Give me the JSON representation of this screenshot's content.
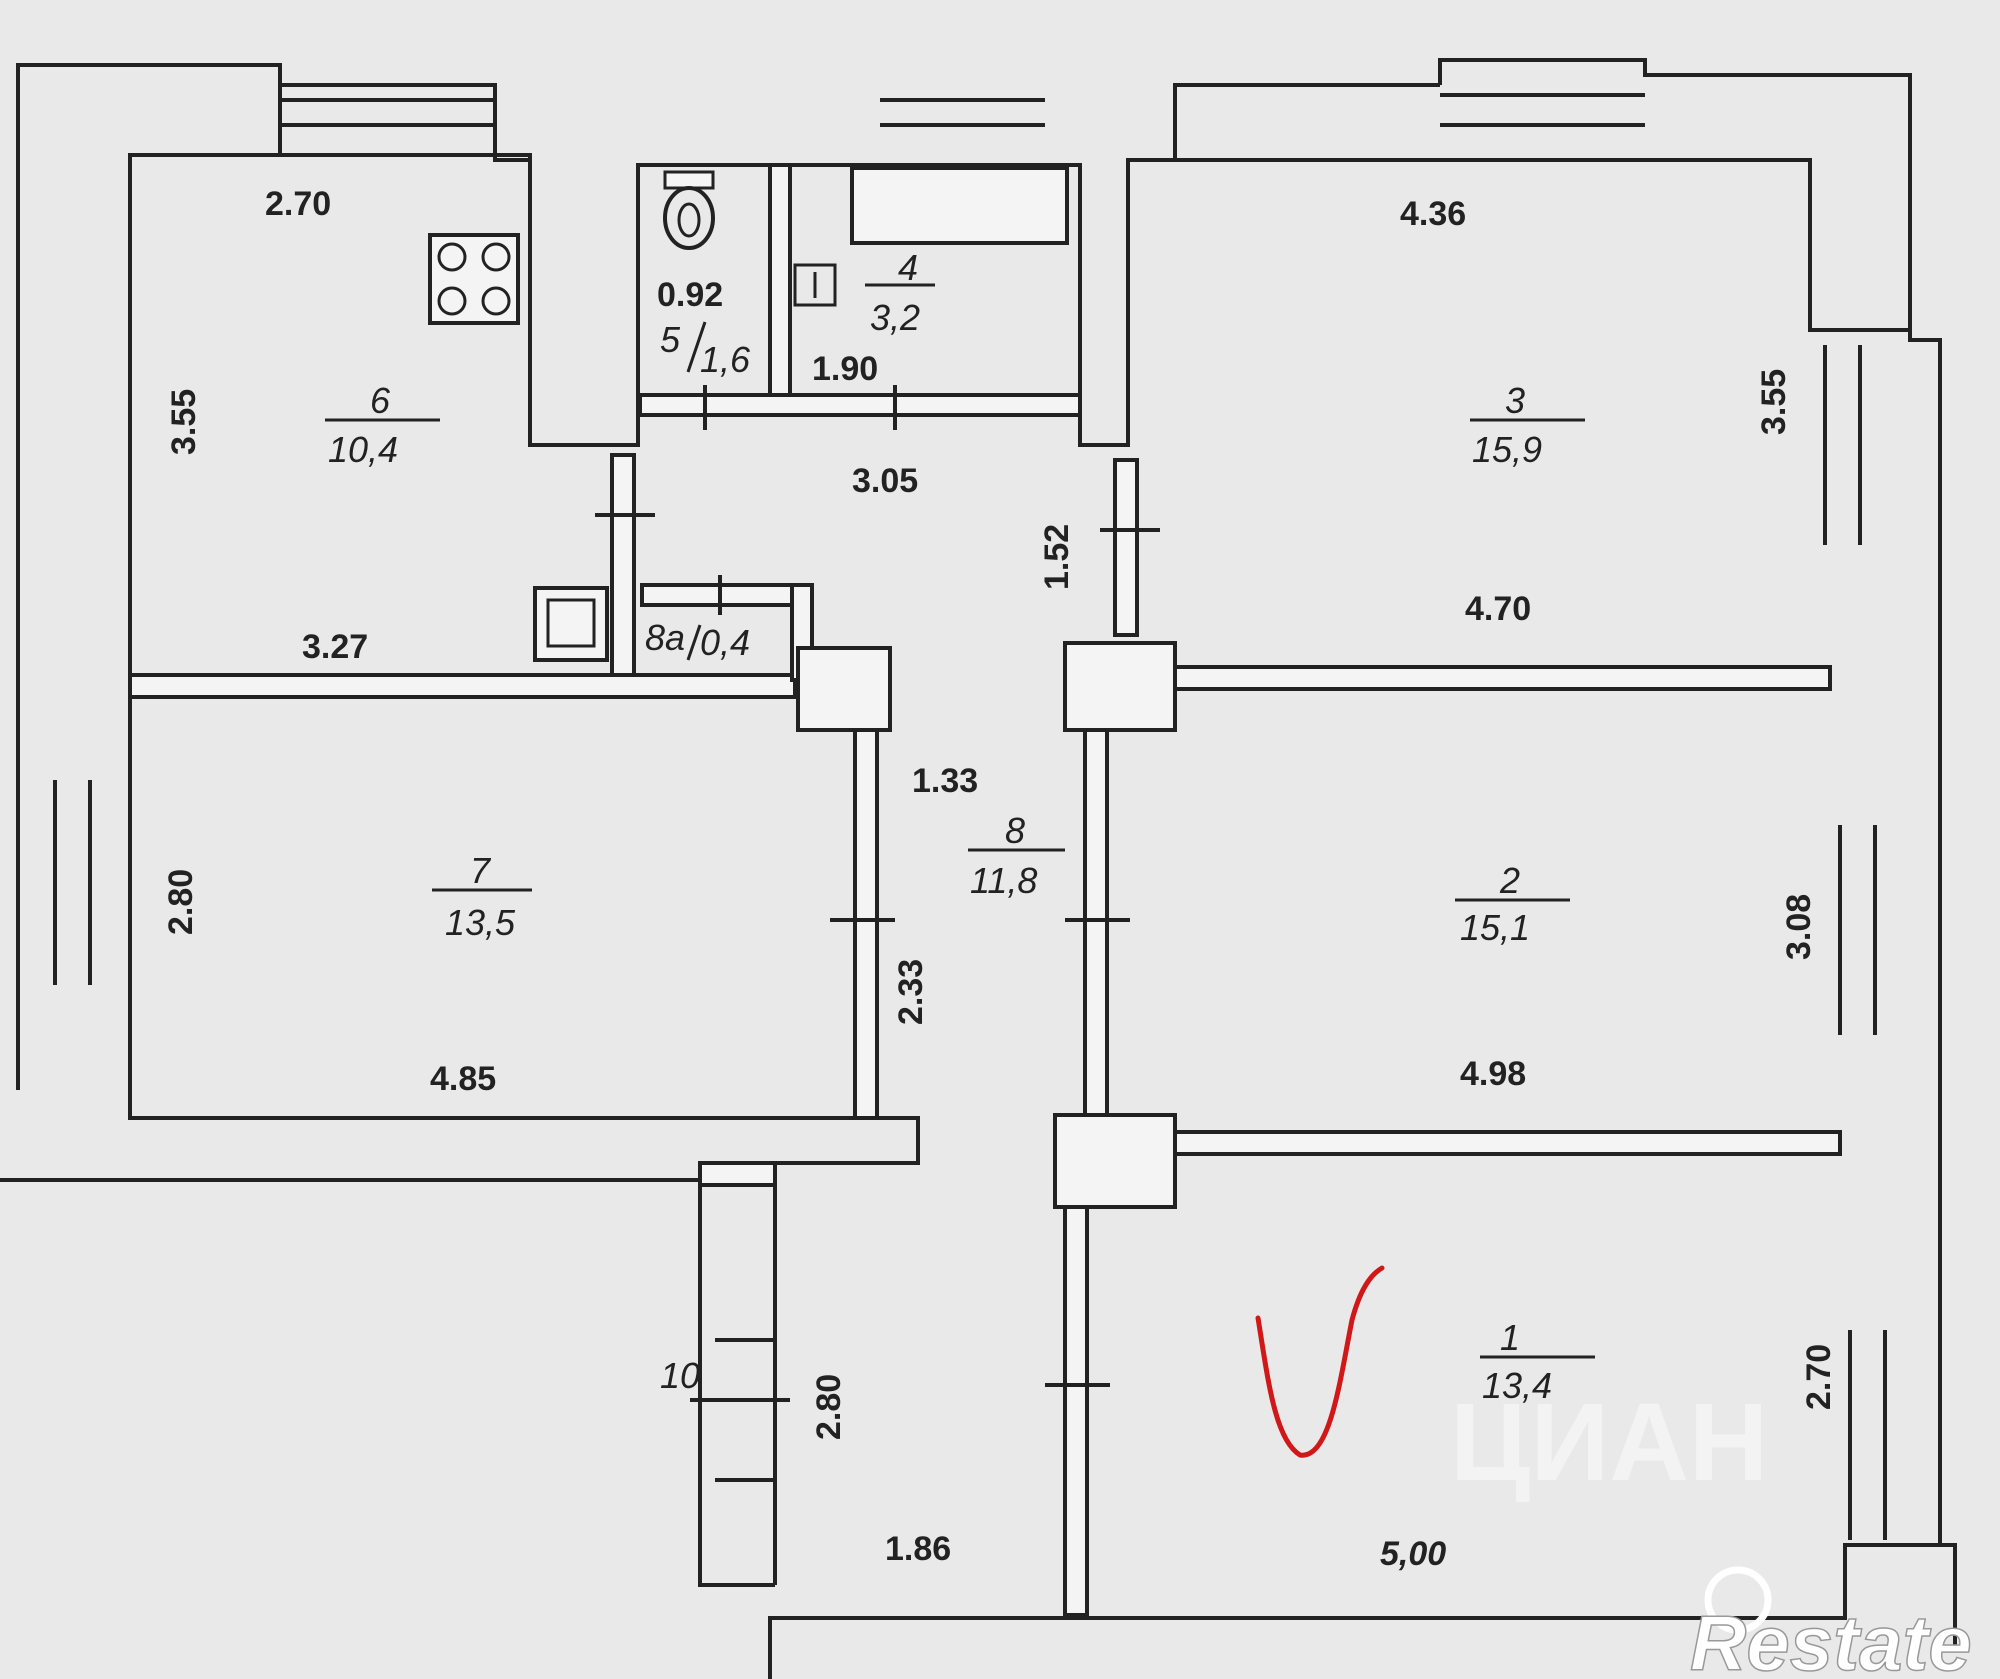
{
  "rooms": [
    {
      "number": "1",
      "area": "13,4"
    },
    {
      "number": "2",
      "area": "15,1"
    },
    {
      "number": "3",
      "area": "15,9"
    },
    {
      "number": "4",
      "area": "3,2"
    },
    {
      "number": "5",
      "area": "1,6"
    },
    {
      "number": "6",
      "area": "10,4"
    },
    {
      "number": "7",
      "area": "13,5"
    },
    {
      "number": "8",
      "area": "11,8"
    },
    {
      "number": "8a",
      "area": "0,4"
    },
    {
      "number": "10",
      "area": ""
    }
  ],
  "dimensions": {
    "d_2_70_top": "2.70",
    "d_3_55_left": "3.55",
    "d_3_27": "3.27",
    "d_0_92": "0.92",
    "d_1_90": "1.90",
    "d_3_05": "3.05",
    "d_1_52": "1.52",
    "d_4_36": "4.36",
    "d_3_55_right": "3.55",
    "d_4_70": "4.70",
    "d_1_33": "1.33",
    "d_2_80_left": "2.80",
    "d_2_33": "2.33",
    "d_4_85": "4.85",
    "d_3_08": "3.08",
    "d_4_98": "4.98",
    "d_2_80_bottom": "2.80",
    "d_1_86": "1.86",
    "d_5_00": "5,00",
    "d_2_70_right": "2.70"
  },
  "watermarks": {
    "cian": "ЦИАН",
    "restate": "Restate"
  },
  "colors": {
    "paper": "#e9e9e9",
    "wall": "#222222",
    "check_mark": "#d01818",
    "watermark": "#ffffff"
  }
}
